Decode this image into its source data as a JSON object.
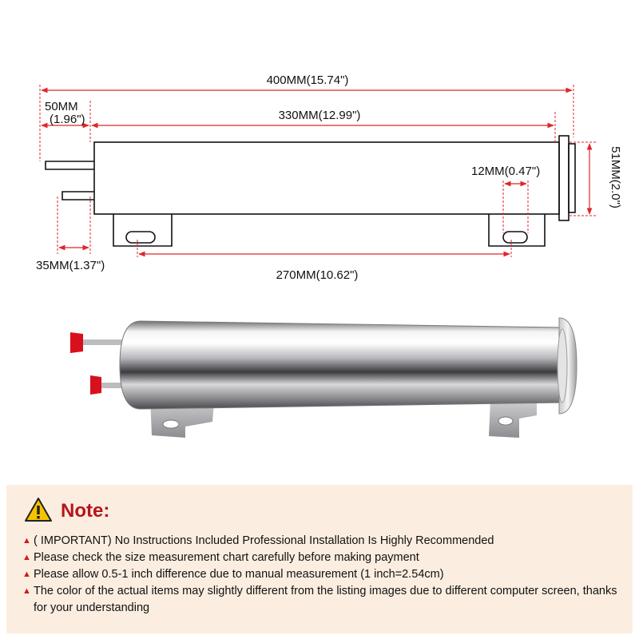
{
  "dimensions": {
    "overall_length": "400MM(15.74\")",
    "tank_offset_line1": "50MM",
    "tank_offset_line2": "(1.96\")",
    "tank_length": "330MM(12.99\")",
    "bracket_width": "12MM(0.47\")",
    "diameter": "51MM(2.0\")",
    "nipple_spacing": "35MM(1.37\")",
    "bracket_spacing": "270MM(10.62\")"
  },
  "note": {
    "title": "Note:",
    "items": [
      "( IMPORTANT) No Instructions Included Professional Installation Is Highly Recommended",
      "Please check the size measurement chart carefully before making payment",
      "Please allow 0.5-1 inch difference due to manual measurement (1 inch=2.54cm)",
      "The color of the actual items may slightly different from the listing images due to different computer screen, thanks for your understanding"
    ]
  },
  "colors": {
    "dimension_line": "#e0262b",
    "note_title": "#b8141a",
    "note_background": "#fbeee0",
    "warning_yellow": "#f5c400"
  },
  "icons": {
    "warning": "warning-triangle-icon",
    "bullet": "red-triangle-bullet-icon"
  }
}
